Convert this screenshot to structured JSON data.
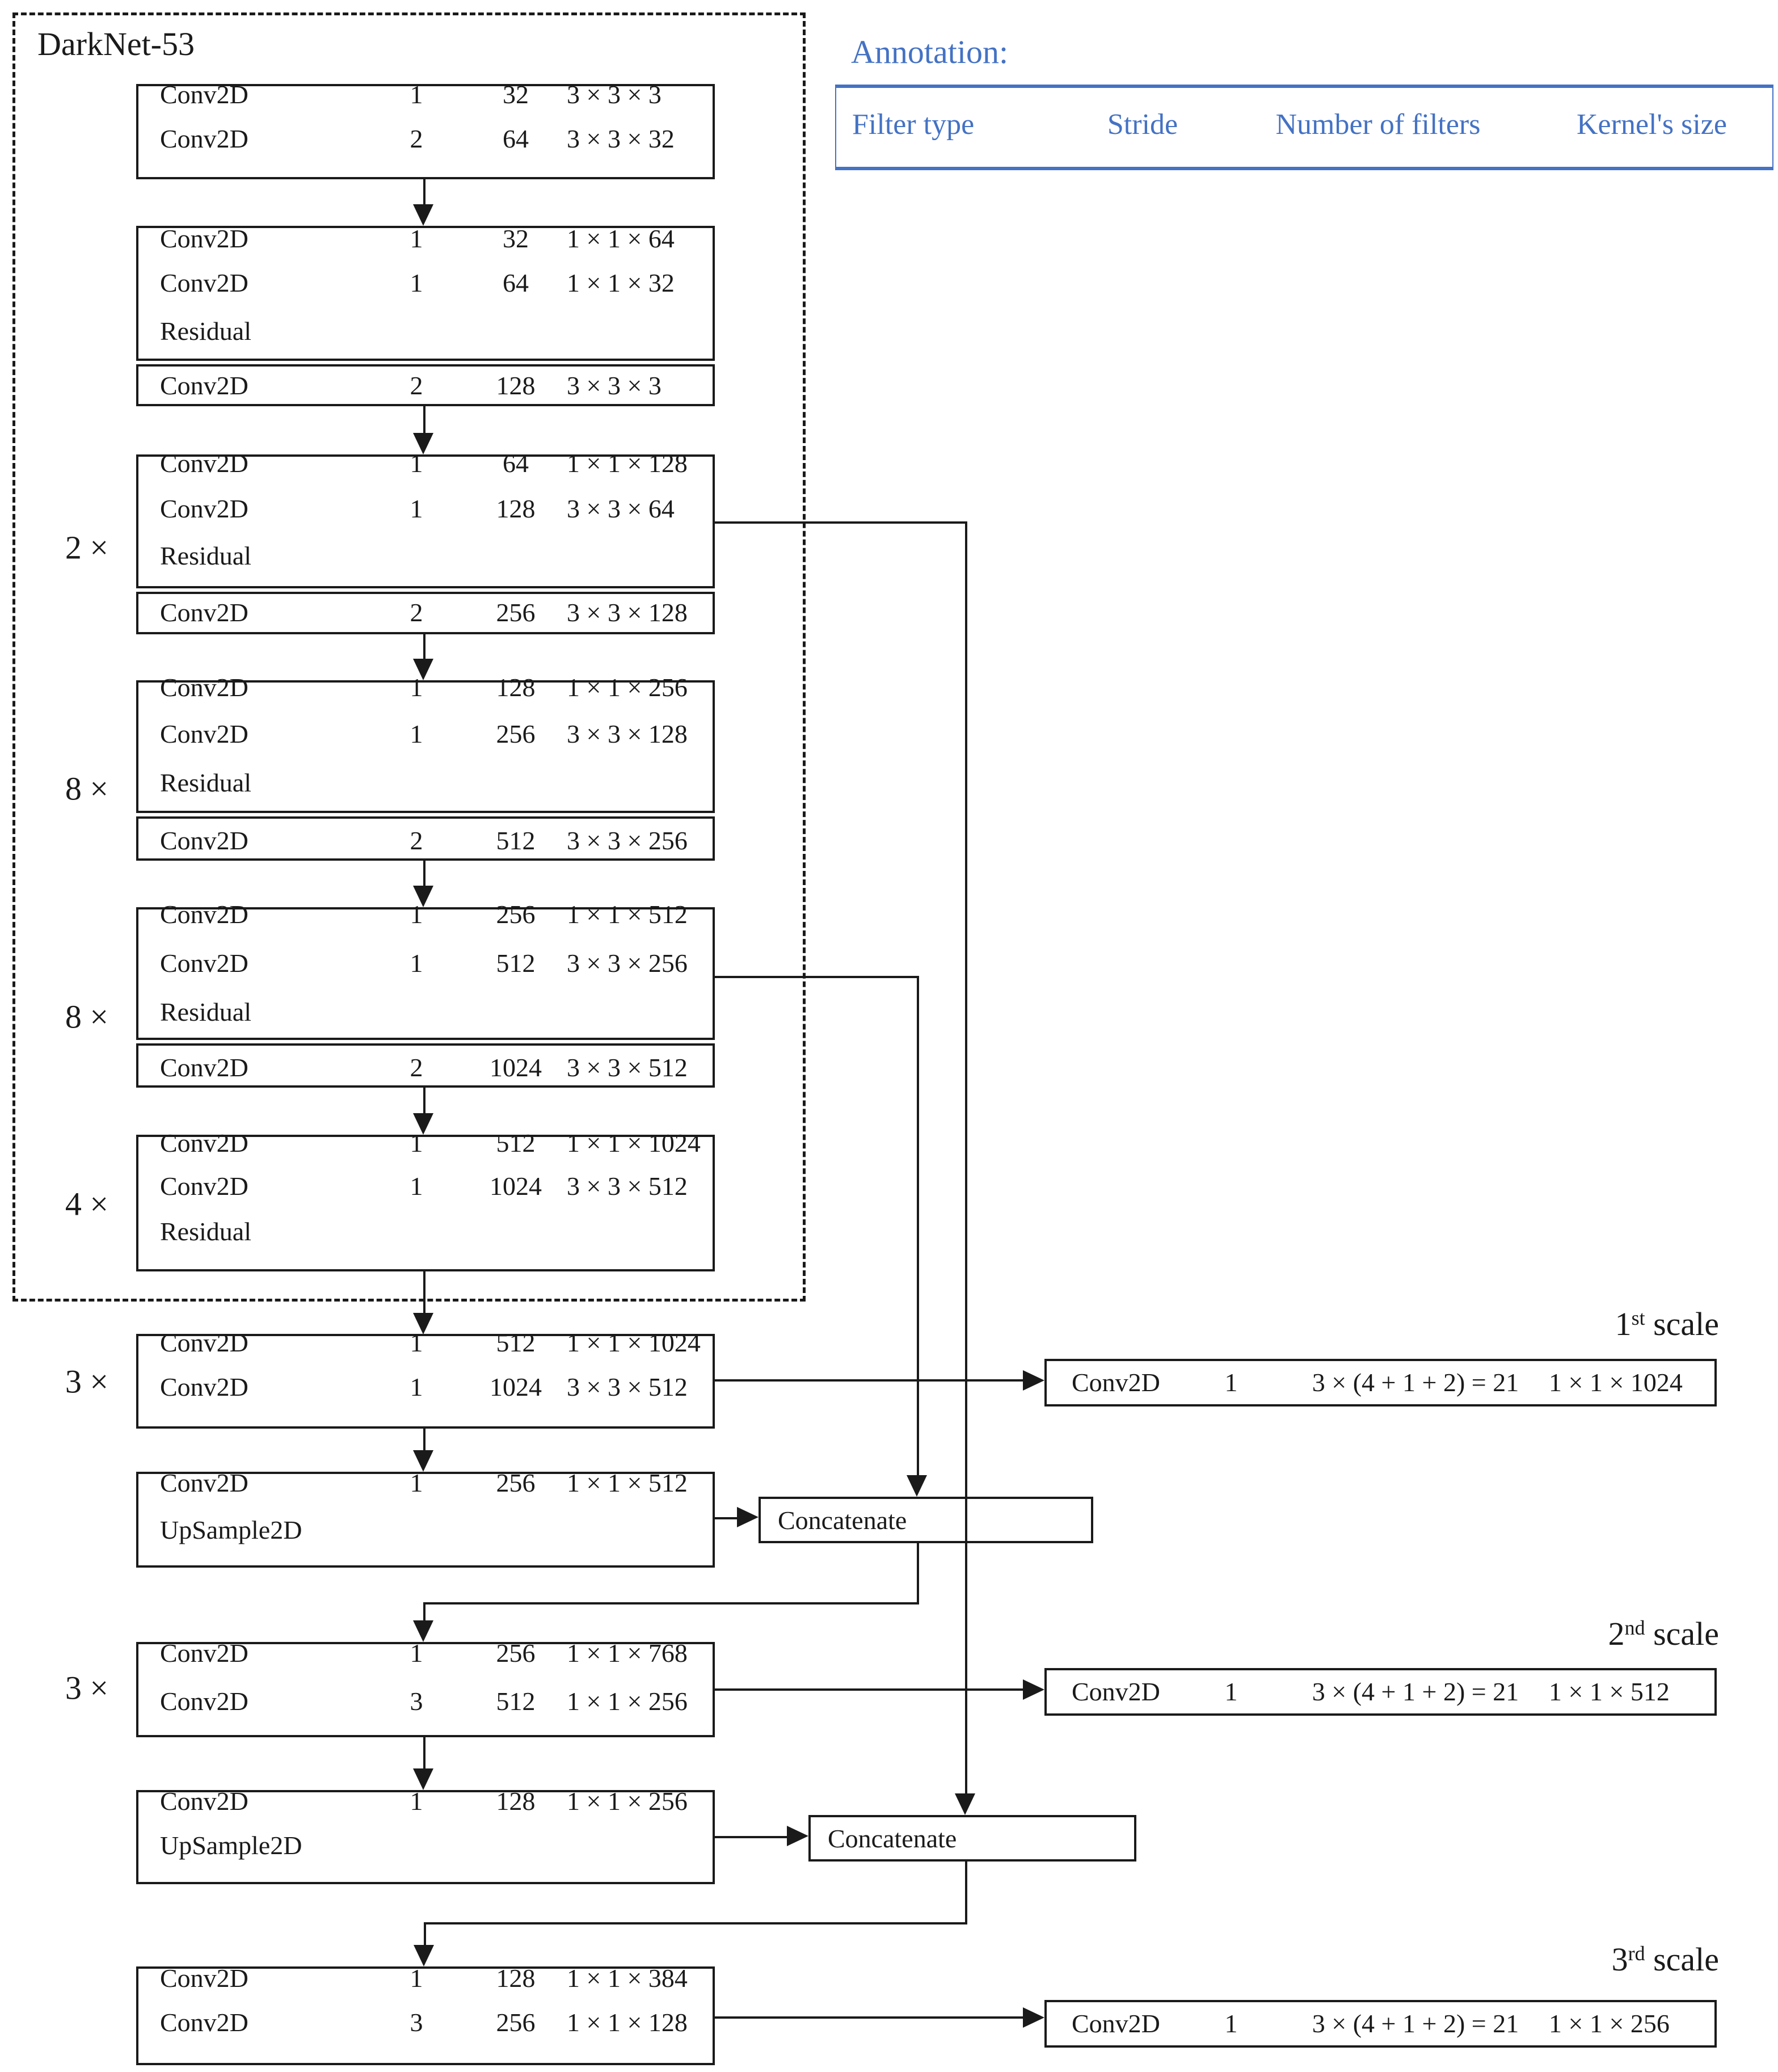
{
  "colors": {
    "annotation_blue": "#4472c4",
    "ink": "#1a1a1a"
  },
  "backbone_title": "DarkNet-53",
  "annotation": {
    "title": "Annotation:",
    "headers": [
      "Filter type",
      "Stride",
      "Number of filters",
      "Kernel's size"
    ]
  },
  "blocks": [
    {
      "name": "stem",
      "multiplier": null,
      "rows": [
        [
          "Conv2D",
          "1",
          "32",
          "3 × 3 × 3"
        ],
        [
          "Conv2D",
          "2",
          "64",
          "3 × 3 × 32"
        ]
      ]
    },
    {
      "name": "res-block-1",
      "multiplier": null,
      "rows": [
        [
          "Conv2D",
          "1",
          "32",
          "1 × 1 × 64"
        ],
        [
          "Conv2D",
          "1",
          "64",
          "1 × 1 × 32"
        ],
        [
          "Residual"
        ]
      ],
      "downsample": [
        "Conv2D",
        "2",
        "128",
        "3 × 3 × 3"
      ]
    },
    {
      "name": "res-block-2",
      "multiplier": "2 ×",
      "rows": [
        [
          "Conv2D",
          "1",
          "64",
          "1 × 1 × 128"
        ],
        [
          "Conv2D",
          "1",
          "128",
          "3 × 3 × 64"
        ],
        [
          "Residual"
        ]
      ],
      "downsample": [
        "Conv2D",
        "2",
        "256",
        "3 × 3 × 128"
      ]
    },
    {
      "name": "res-block-3",
      "multiplier": "8 ×",
      "rows": [
        [
          "Conv2D",
          "1",
          "128",
          "1 × 1 × 256"
        ],
        [
          "Conv2D",
          "1",
          "256",
          "3 × 3 × 128"
        ],
        [
          "Residual"
        ]
      ],
      "downsample": [
        "Conv2D",
        "2",
        "512",
        "3 × 3 × 256"
      ]
    },
    {
      "name": "res-block-4",
      "multiplier": "8 ×",
      "rows": [
        [
          "Conv2D",
          "1",
          "256",
          "1 × 1 × 512"
        ],
        [
          "Conv2D",
          "1",
          "512",
          "3 × 3 × 256"
        ],
        [
          "Residual"
        ]
      ],
      "downsample": [
        "Conv2D",
        "2",
        "1024",
        "3 × 3 × 512"
      ]
    },
    {
      "name": "res-block-5",
      "multiplier": "4 ×",
      "rows": [
        [
          "Conv2D",
          "1",
          "512",
          "1 × 1 × 1024"
        ],
        [
          "Conv2D",
          "1",
          "1024",
          "3 × 3 × 512"
        ],
        [
          "Residual"
        ]
      ]
    },
    {
      "name": "detect-head-1",
      "multiplier": "3 ×",
      "rows": [
        [
          "Conv2D",
          "1",
          "512",
          "1 × 1 × 1024"
        ],
        [
          "Conv2D",
          "1",
          "1024",
          "3 × 3 × 512"
        ]
      ]
    },
    {
      "name": "upsample-1",
      "multiplier": null,
      "rows": [
        [
          "Conv2D",
          "1",
          "256",
          "1 × 1 × 512"
        ],
        [
          "UpSample2D"
        ]
      ]
    },
    {
      "name": "detect-head-2",
      "multiplier": "3 ×",
      "rows": [
        [
          "Conv2D",
          "1",
          "256",
          "1 × 1 × 768"
        ],
        [
          "Conv2D",
          "3",
          "512",
          "1 × 1 × 256"
        ]
      ]
    },
    {
      "name": "upsample-2",
      "multiplier": null,
      "rows": [
        [
          "Conv2D",
          "1",
          "128",
          "1 × 1 × 256"
        ],
        [
          "UpSample2D"
        ]
      ]
    },
    {
      "name": "detect-head-3",
      "multiplier": null,
      "rows": [
        [
          "Conv2D",
          "1",
          "128",
          "1 × 1 × 384"
        ],
        [
          "Conv2D",
          "3",
          "256",
          "1 × 1 × 128"
        ]
      ]
    }
  ],
  "concatenate": [
    {
      "label": "Concatenate"
    },
    {
      "label": "Concatenate"
    }
  ],
  "outputs": [
    {
      "scale": {
        "num": "1",
        "suffix": "st",
        "word": " scale"
      },
      "row": [
        "Conv2D",
        "1",
        "3 × (4 + 1 + 2) = 21",
        "1 × 1 × 1024"
      ]
    },
    {
      "scale": {
        "num": "2",
        "suffix": "nd",
        "word": " scale"
      },
      "row": [
        "Conv2D",
        "1",
        "3 × (4 + 1 + 2) = 21",
        "1 × 1 × 512"
      ]
    },
    {
      "scale": {
        "num": "3",
        "suffix": "rd",
        "word": " scale"
      },
      "row": [
        "Conv2D",
        "1",
        "3 × (4 + 1 + 2) = 21",
        "1 × 1 × 256"
      ]
    }
  ]
}
